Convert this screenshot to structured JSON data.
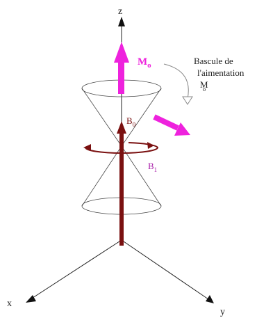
{
  "axes": {
    "z_label": "z",
    "x_label": "x",
    "y_label": "y"
  },
  "magnetization": {
    "label_main": "M",
    "label_sub": "o"
  },
  "tilt_annotation": {
    "line1": "Bascule de",
    "line2": "l'aimentation",
    "line3_main": "M",
    "line3_sub": "o"
  },
  "field_b0": {
    "label_main": "B",
    "label_sub": "0"
  },
  "field_b1": {
    "label_main": "B",
    "label_sub": "1"
  },
  "colors": {
    "magenta": "#ee22dd",
    "dark_red": "#7a1010",
    "purple_label": "#aa22aa",
    "axis": "#222222",
    "cone": "#444444",
    "callout": "#888888"
  }
}
